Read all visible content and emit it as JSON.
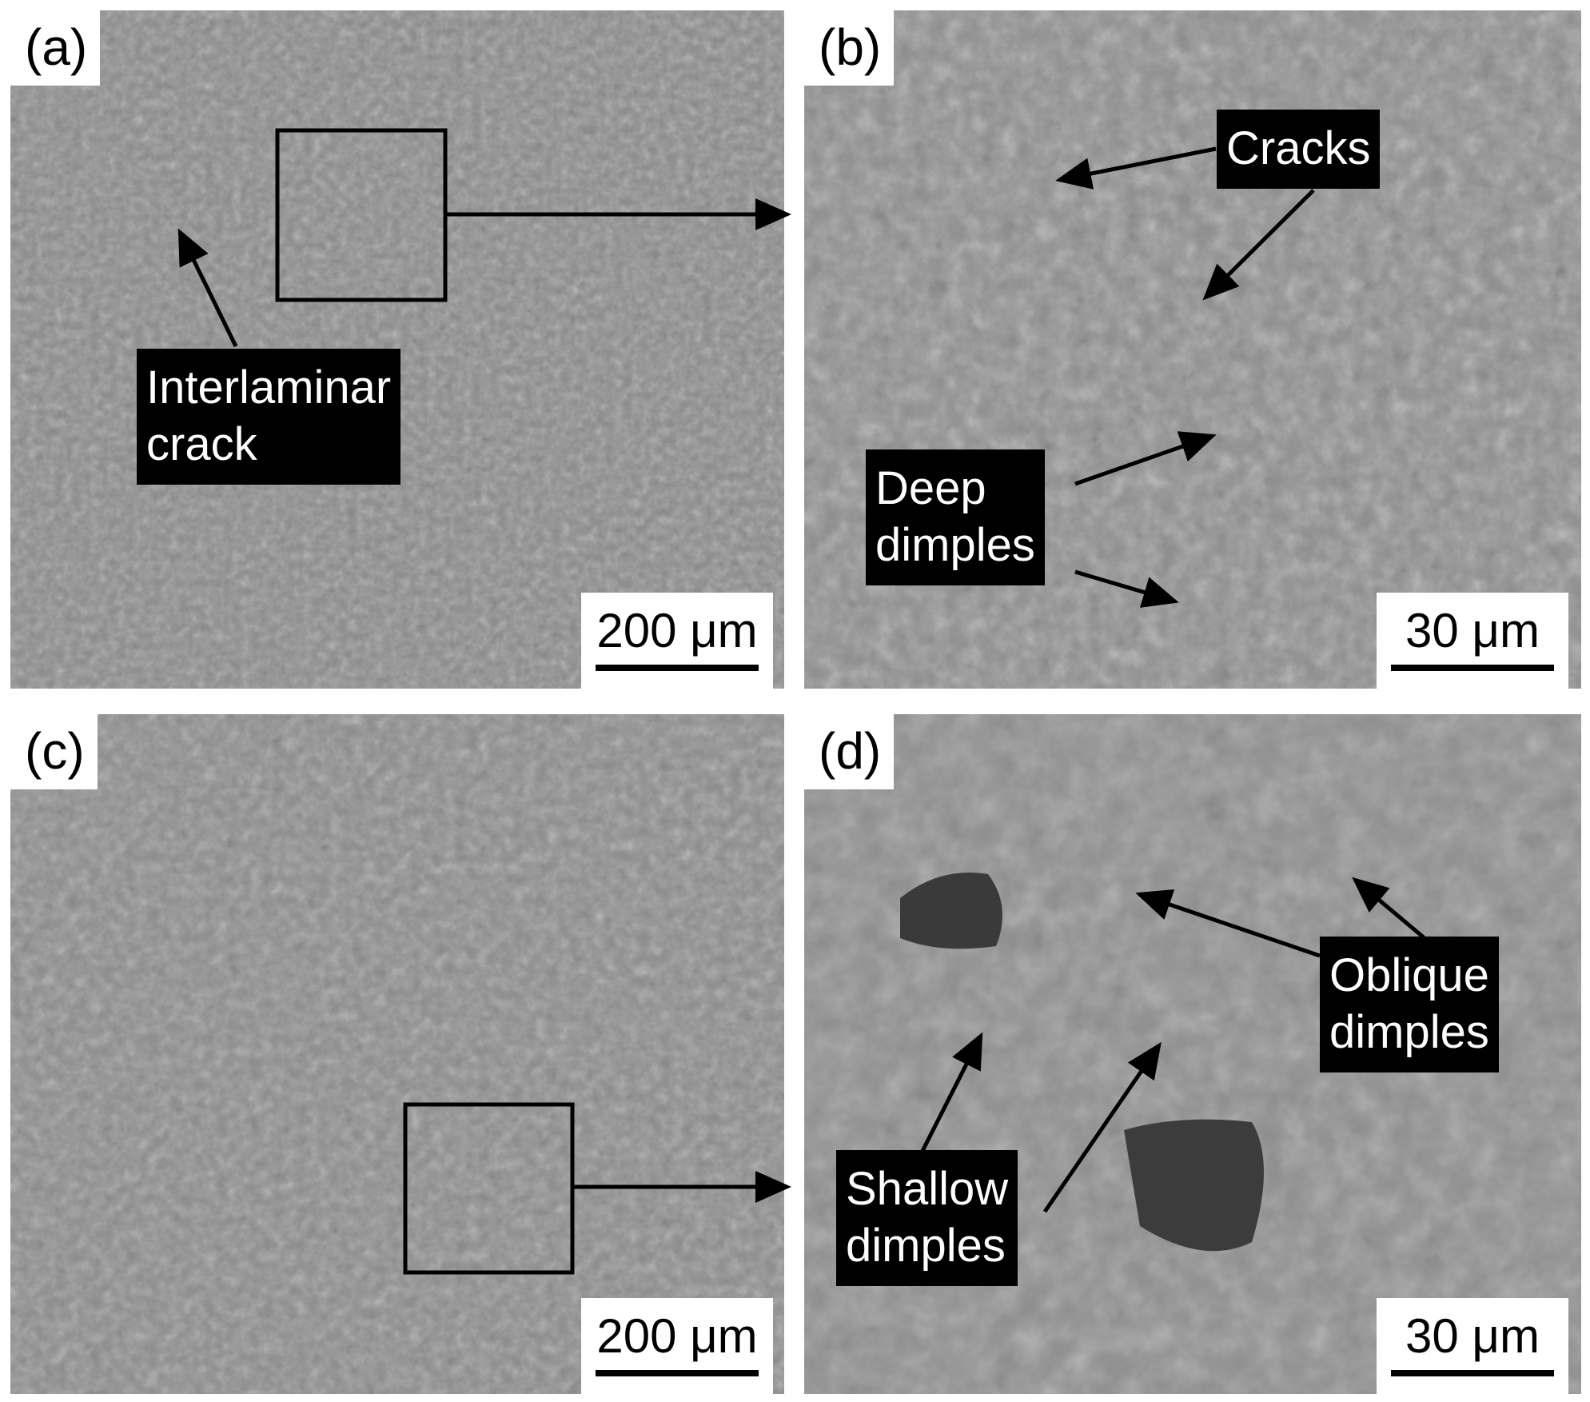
{
  "panels": {
    "a": {
      "letter": "(a)",
      "scale": "200 μm",
      "labels": {
        "interlaminar": [
          "Interlaminar",
          "crack"
        ]
      }
    },
    "b": {
      "letter": "(b)",
      "scale": "30 μm",
      "labels": {
        "cracks": [
          "Cracks"
        ],
        "deep": [
          "Deep",
          "dimples"
        ]
      }
    },
    "c": {
      "letter": "(c)",
      "scale": "200 μm"
    },
    "d": {
      "letter": "(d)",
      "scale": "30 μm",
      "labels": {
        "oblique": [
          "Oblique",
          "dimples"
        ],
        "shallow": [
          "Shallow",
          "dimples"
        ]
      }
    }
  },
  "colors": {
    "label_bg": "#000000",
    "label_text": "#ffffff",
    "annotation": "#000000"
  }
}
